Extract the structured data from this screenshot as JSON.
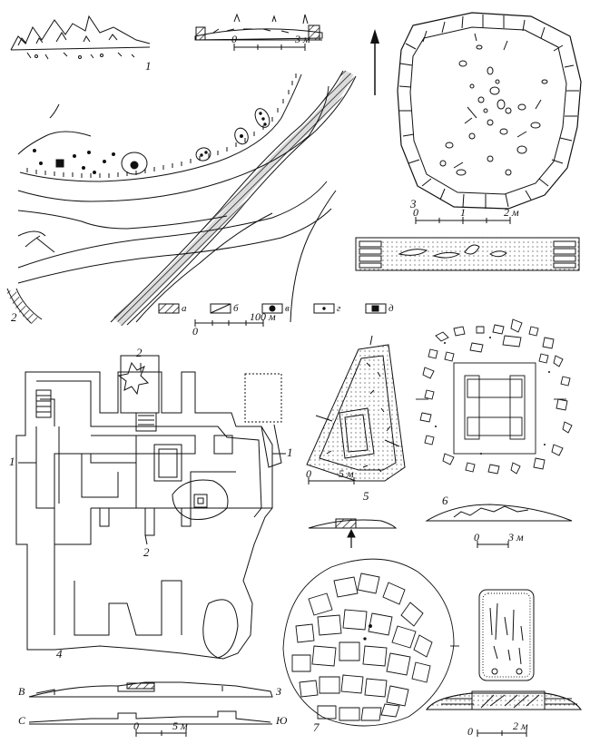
{
  "figure_labels": {
    "fig1": "1",
    "fig2": "2",
    "fig3": "3",
    "fig4": "4",
    "fig5": "5",
    "fig6": "6",
    "fig7": "7"
  },
  "scale_labels": {
    "fig1_zero": "0",
    "fig1_unit": "3 м",
    "fig2_zero": "0",
    "fig2_unit": "100 м",
    "fig3_zero": "0",
    "fig3_mid": "1",
    "fig3_unit": "2 м",
    "fig4_zero": "0",
    "fig4_unit": "5 м",
    "fig5_zero": "0",
    "fig5_unit": "5 м",
    "fig6_zero": "0",
    "fig6_unit": "3 м",
    "fig7_zero": "0",
    "fig7_unit": "2 м"
  },
  "legend": {
    "items": [
      {
        "key": "а",
        "icon": "hatched-band-icon"
      },
      {
        "key": "б",
        "icon": "diagonal-line-icon"
      },
      {
        "key": "в",
        "icon": "large-dot-icon"
      },
      {
        "key": "г",
        "icon": "small-dot-icon"
      },
      {
        "key": "д",
        "icon": "square-icon"
      }
    ]
  },
  "plan4_labels": {
    "room1_left": "1",
    "room1_right": "1",
    "room2_top": "2",
    "room2_bottom": "2"
  },
  "section_labels": {
    "b_start": "В",
    "b_end": "З",
    "c_start": "С",
    "c_end": "Ю"
  },
  "north_arrow": "north-arrow-icon"
}
